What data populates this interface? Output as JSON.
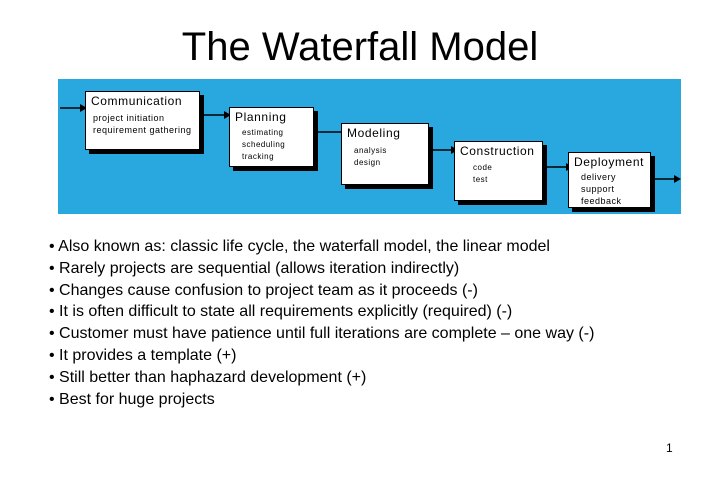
{
  "slide": {
    "title": "The Waterfall Model",
    "page_number": "1"
  },
  "diagram": {
    "background_color": "#29a8e0",
    "stages": [
      {
        "name": "Communication",
        "tasks": [
          "project initiation",
          "requirement gathering"
        ]
      },
      {
        "name": "Planning",
        "tasks": [
          "estimating",
          "scheduling",
          "tracking"
        ]
      },
      {
        "name": "Modeling",
        "tasks": [
          "analysis",
          "design"
        ]
      },
      {
        "name": "Construction",
        "tasks": [
          "code",
          "test"
        ]
      },
      {
        "name": "Deployment",
        "tasks": [
          "delivery",
          "support",
          "feedback"
        ]
      }
    ]
  },
  "bullets": [
    "• Also known as: classic life cycle, the waterfall model, the linear model",
    "• Rarely projects are sequential (allows iteration indirectly)",
    "• Changes cause confusion to project team as it proceeds (-)",
    "• It is often difficult to state all requirements explicitly (required) (-)",
    "• Customer must have patience until full iterations are complete – one way (-)",
    "• It provides a template (+)",
    "• Still better than haphazard development (+)",
    "• Best for huge projects"
  ]
}
